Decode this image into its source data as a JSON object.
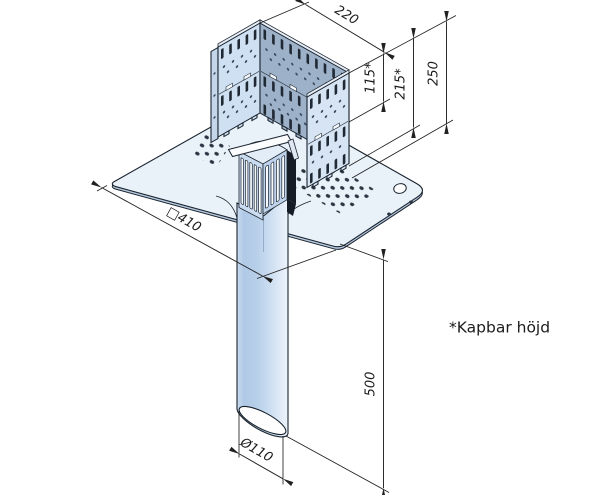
{
  "drawing": {
    "footnote": "*Kapbar höjd",
    "dimension_labels": {
      "bracket_width": "220",
      "upper_section_height": "115*",
      "bracket_height": "215*",
      "overall_height": "250",
      "base_plate_size": "□410",
      "tube_length": "500",
      "tube_diameter": "Ø110"
    },
    "colors": {
      "line": "#212121",
      "plate": "#e9f1f9",
      "steel_light": "#d6e4f3",
      "steel_inner_light": "#cfe0f2",
      "steel_shadow": "#9db2c9",
      "tube_left": "#b0c9e6",
      "tube_mid": "#c9dcf0",
      "tube_right": "#ecf3fb"
    }
  }
}
